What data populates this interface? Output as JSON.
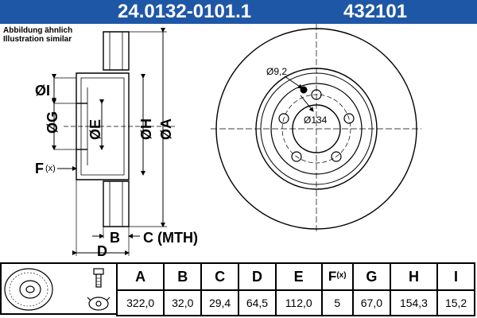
{
  "header": {
    "part_number": "24.0132-0101.1",
    "ref_number": "432101"
  },
  "note": {
    "line1": "Abbildung ähnlich",
    "line2": "Illustration similar"
  },
  "labels": {
    "I": "ØI",
    "G": "ØG",
    "E": "ØE",
    "H": "ØH",
    "A": "ØA",
    "F": "F",
    "F_sub": "(x)",
    "B": "B",
    "C": "C (MTH)",
    "D": "D",
    "bolt_hole": "Ø9,2",
    "pcd": "Ø134"
  },
  "spec_table": {
    "headers": [
      "A",
      "B",
      "C",
      "D",
      "E",
      "F",
      "G",
      "H",
      "I"
    ],
    "f_sub": "(x)",
    "values": [
      "322,0",
      "32,0",
      "29,4",
      "64,5",
      "112,0",
      "5",
      "67,0",
      "154,3",
      "15,2"
    ]
  },
  "colors": {
    "header_bg": "#1f57a7",
    "header_text": "#ffffff",
    "line": "#000000"
  }
}
